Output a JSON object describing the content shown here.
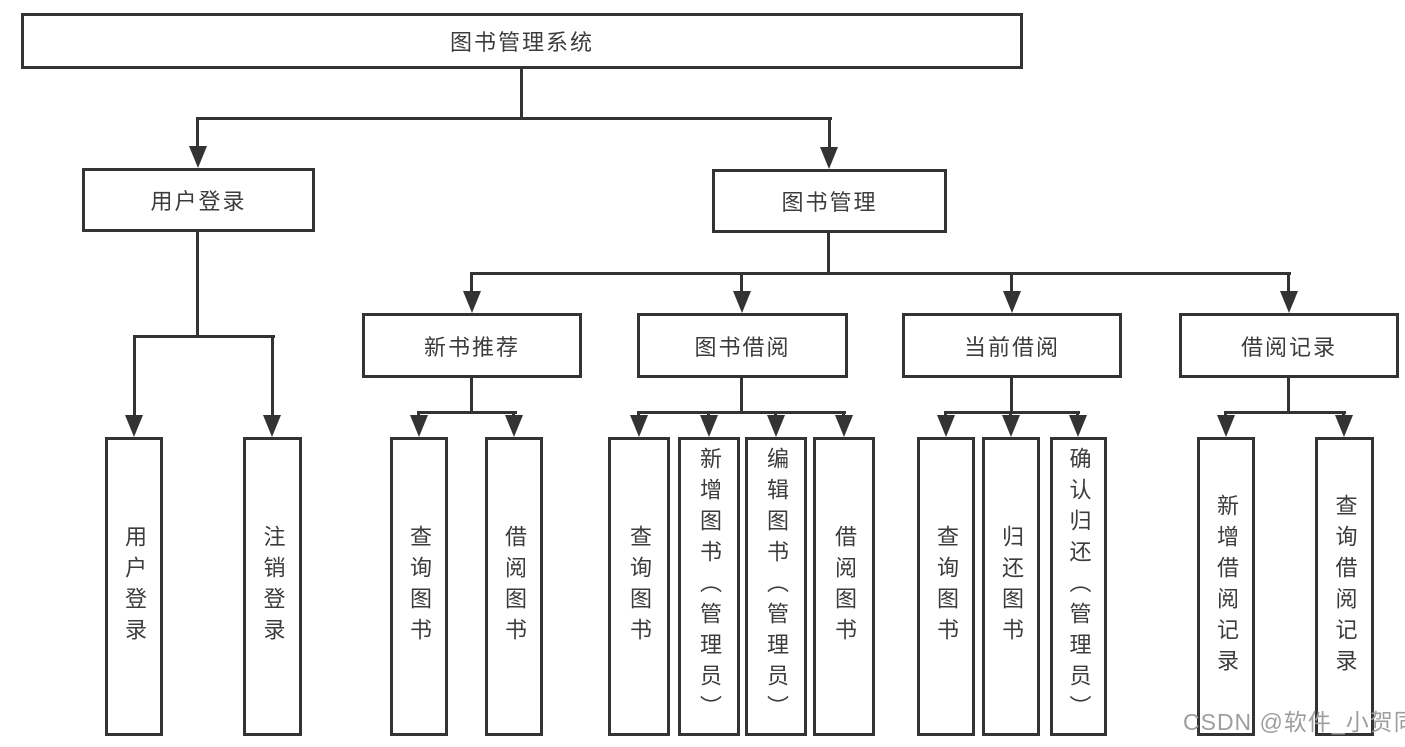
{
  "diagram": {
    "type": "hierarchy-tree",
    "root": {
      "label": "图书管理系统",
      "children": [
        {
          "label": "用户登录",
          "children": [
            {
              "label": "用户登录"
            },
            {
              "label": "注销登录"
            }
          ]
        },
        {
          "label": "图书管理",
          "children": [
            {
              "label": "新书推荐",
              "children": [
                {
                  "label": "查询图书"
                },
                {
                  "label": "借阅图书"
                }
              ]
            },
            {
              "label": "图书借阅",
              "children": [
                {
                  "label": "查询图书"
                },
                {
                  "label": "新增图书（管理员）"
                },
                {
                  "label": "编辑图书（管理员）"
                },
                {
                  "label": "借阅图书"
                }
              ]
            },
            {
              "label": "当前借阅",
              "children": [
                {
                  "label": "查询图书"
                },
                {
                  "label": "归还图书"
                },
                {
                  "label": "确认归还（管理员）"
                }
              ]
            },
            {
              "label": "借阅记录",
              "children": [
                {
                  "label": "新增借阅记录"
                },
                {
                  "label": "查询借阅记录"
                }
              ]
            }
          ]
        }
      ]
    }
  },
  "watermark": {
    "text": "CSDN @软件_小贺同学",
    "color": "#9e9e9e"
  },
  "colors": {
    "line": "#333333",
    "box_border": "#333333",
    "box_background": "#ffffff",
    "text": "#3c3c3c",
    "page_background": "#ffffff"
  }
}
